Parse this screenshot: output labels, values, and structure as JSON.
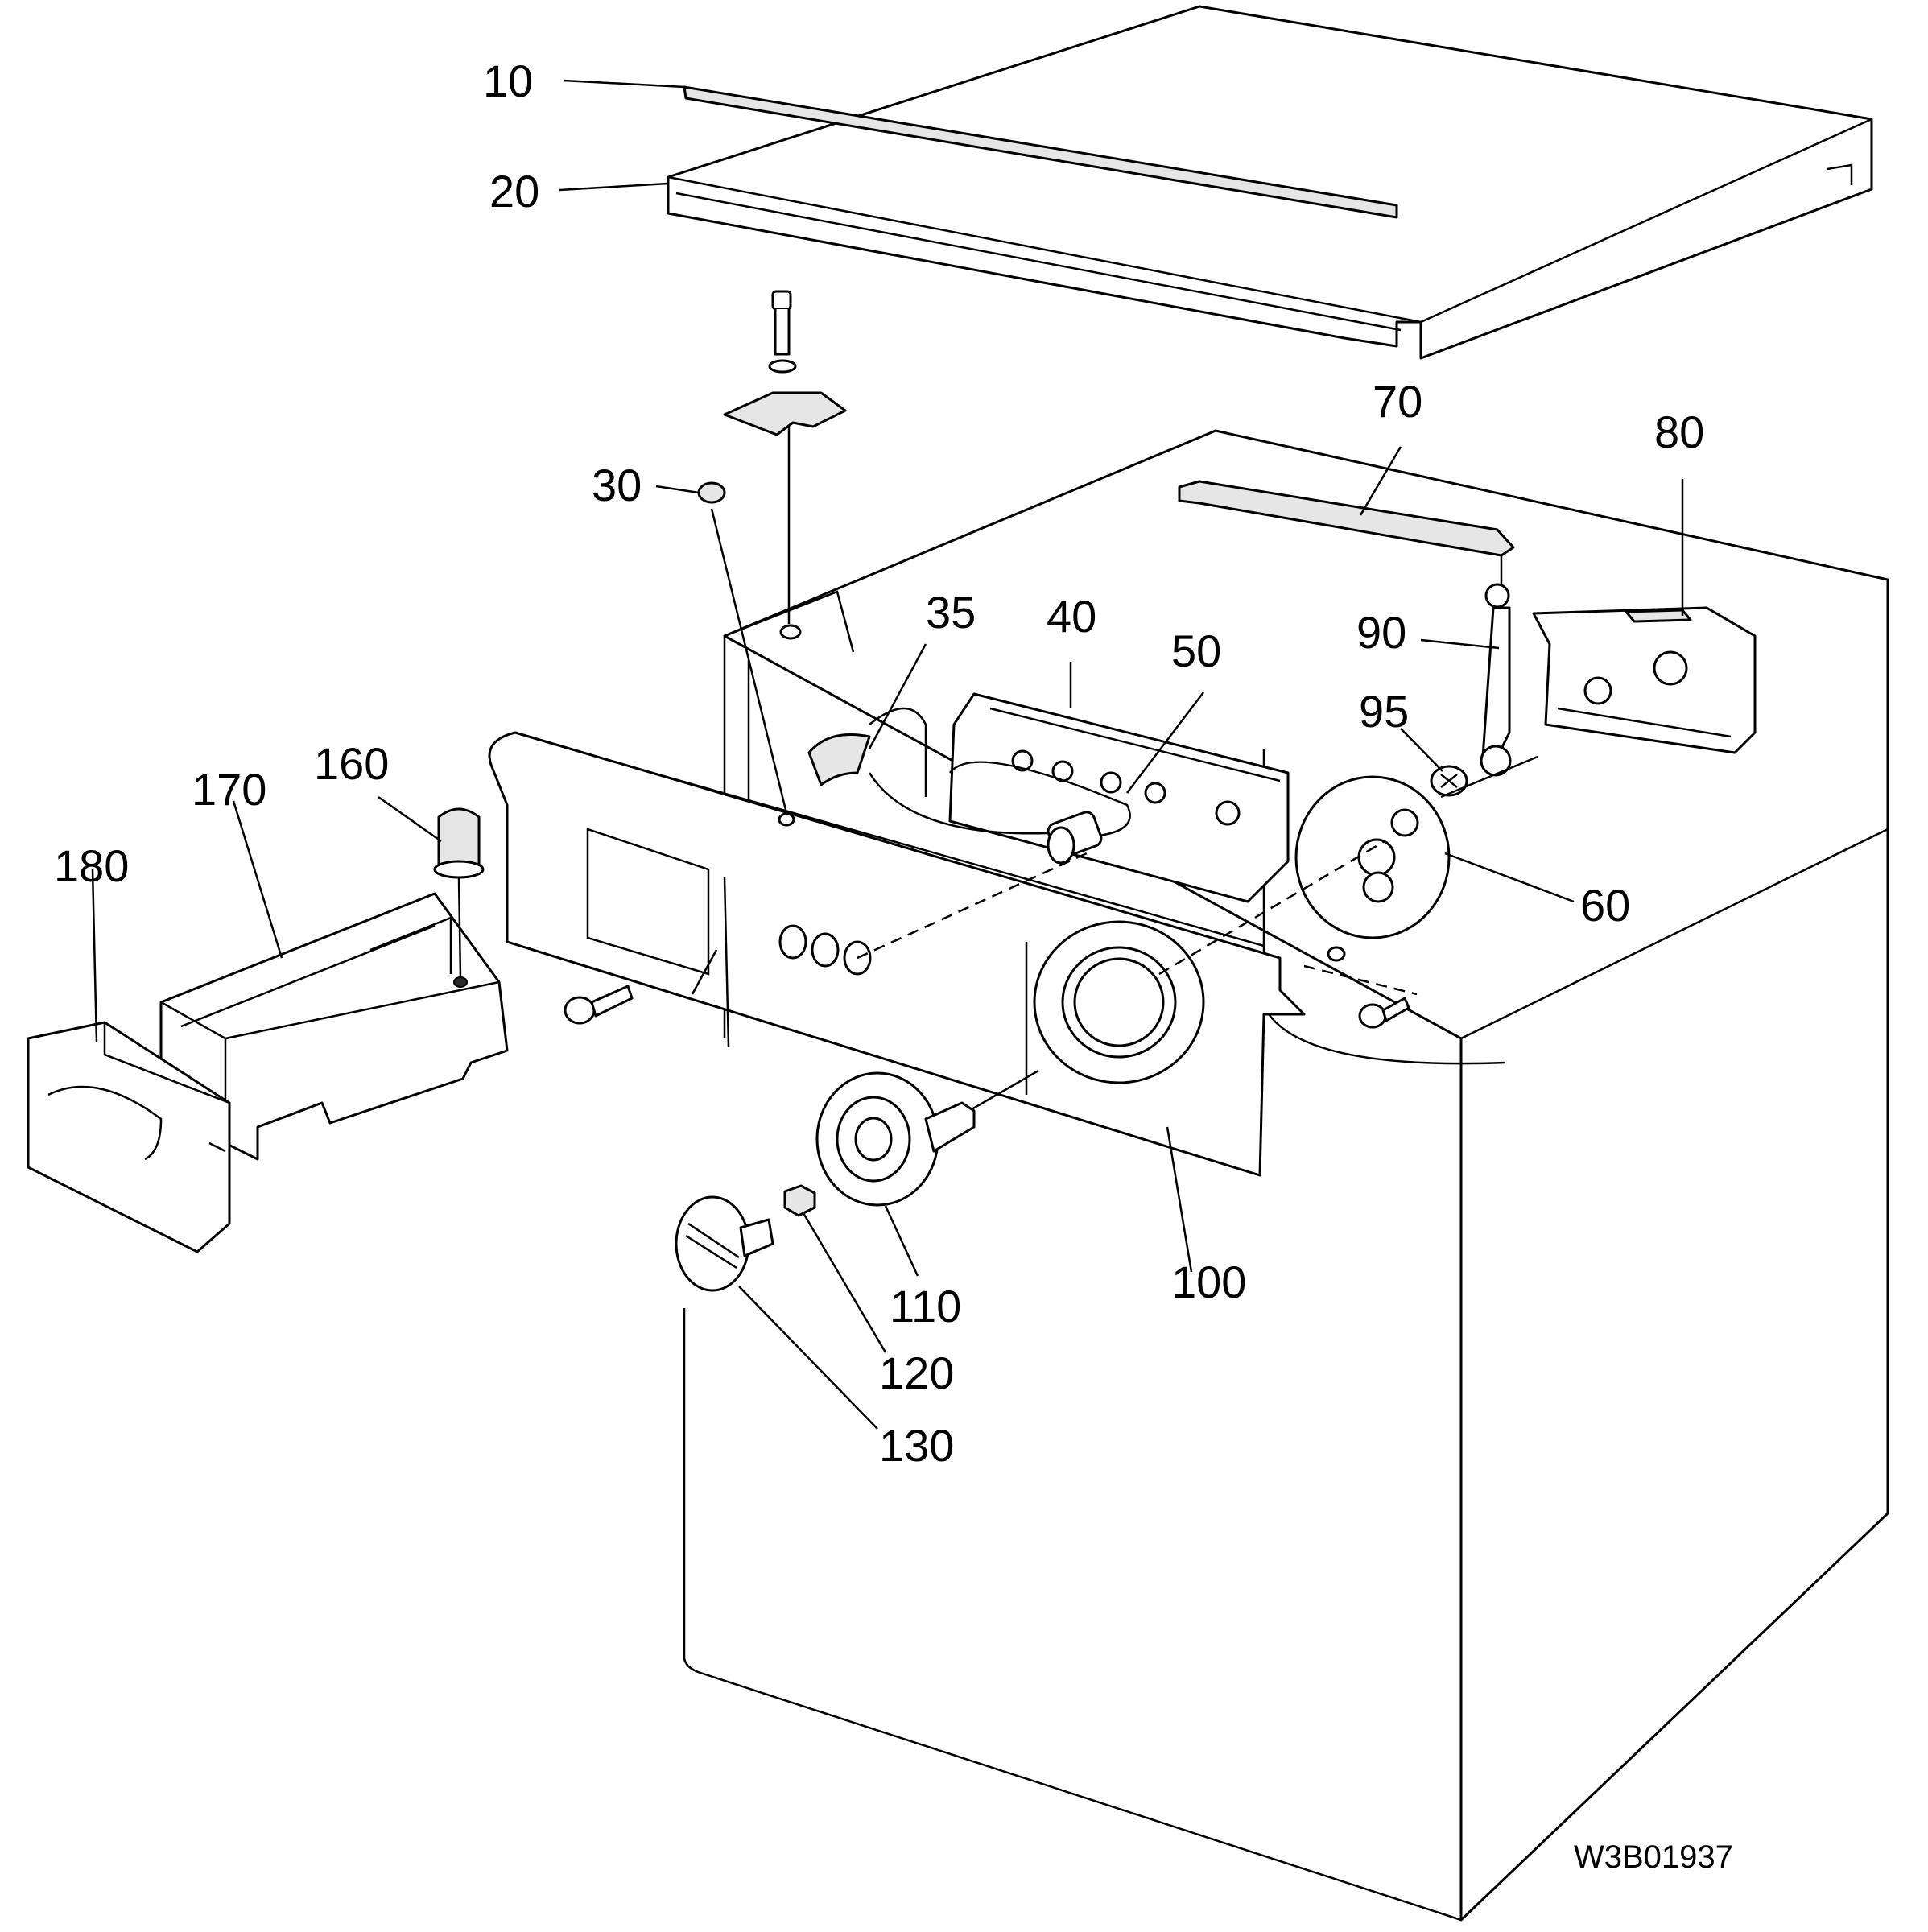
{
  "callouts": {
    "c10": "10",
    "c20": "20",
    "c30": "30",
    "c35": "35",
    "c40": "40",
    "c50": "50",
    "c60": "60",
    "c70": "70",
    "c80": "80",
    "c90": "90",
    "c95": "95",
    "c100": "100",
    "c110": "110",
    "c120": "120",
    "c130": "130",
    "c160": "160",
    "c170": "170",
    "c180": "180"
  },
  "drawing_code": "W3B01937"
}
